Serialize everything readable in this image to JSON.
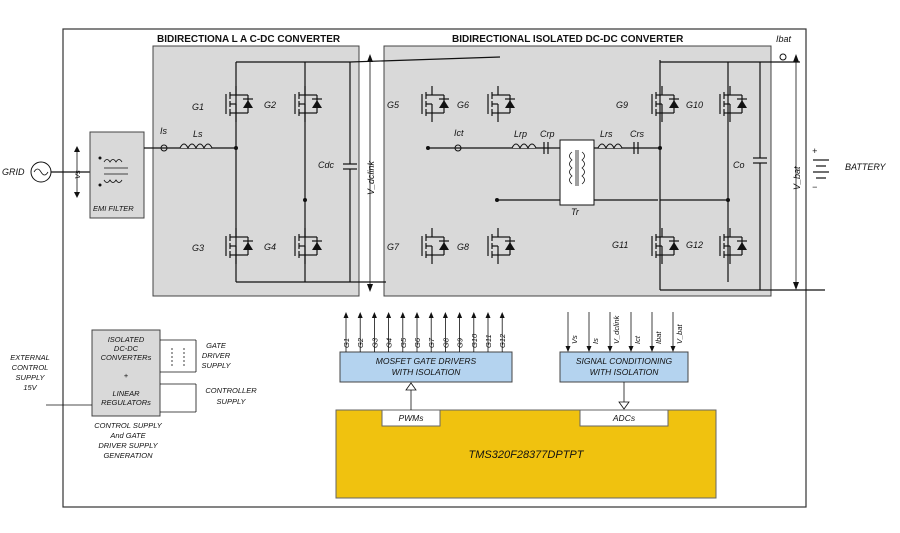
{
  "titles": {
    "ac_dc": "BIDIRECTIONA L A C-DC  CONVERTER",
    "dc_dc": "BIDIRECTIONAL ISOLATED DC-DC CONVERTER"
  },
  "grid_label": "GRID",
  "emi_label": "EMI FILTER",
  "battery_label": "BATTERY",
  "signals": {
    "vs": "Vs",
    "is": "Is",
    "ls": "Ls",
    "cdc": "Cdc",
    "v_dclink": "V_dclink",
    "ict": "Ict",
    "lrp": "Lrp",
    "crp": "Crp",
    "lrs": "Lrs",
    "crs": "Crs",
    "tr": "Tr",
    "co": "Co",
    "v_bat": "V_bat",
    "ibat": "Ibat",
    "plus": "+",
    "minus": "−"
  },
  "switches": [
    "G1",
    "G2",
    "G3",
    "G4",
    "G5",
    "G6",
    "G7",
    "G8",
    "G9",
    "G10",
    "G11",
    "G12"
  ],
  "gate_outputs": [
    "G1",
    "G2",
    "G3",
    "G4",
    "G5",
    "G6",
    "G7",
    "G8",
    "G9",
    "G10",
    "G11",
    "G12"
  ],
  "sense_inputs": [
    "Vs",
    "Is",
    "V_dclink",
    "Ict",
    "Ibat",
    "V_bat"
  ],
  "blocks": {
    "gate_drivers": [
      "MOSFET GATE DRIVERS",
      "WITH ISOLATION"
    ],
    "signal_cond": [
      "SIGNAL CONDITIONING",
      "WITH ISOLATION"
    ],
    "pwm": "PWMs",
    "adc": "ADCs",
    "mcu": "TMS320F28377DPTPT",
    "supply_box": [
      "ISOLATED",
      "DC-DC",
      "CONVERTERs",
      "+",
      "LINEAR",
      "REGULATORs"
    ],
    "gate_driver_supply": [
      "GATE",
      "DRIVER",
      "SUPPLY"
    ],
    "controller_supply": [
      "CONTROLLER",
      "SUPPLY"
    ],
    "external_supply": [
      "EXTERNAL",
      "CONTROL",
      "SUPPLY",
      "15V"
    ],
    "supply_caption": [
      "CONTROL SUPPLY",
      "And GATE",
      "DRIVER SUPPLY",
      "GENERATION"
    ]
  },
  "colors": {
    "converter_fill": "#d9d9d9",
    "blue_block": "#b4d3ef",
    "mcu_fill": "#f0c20f"
  }
}
